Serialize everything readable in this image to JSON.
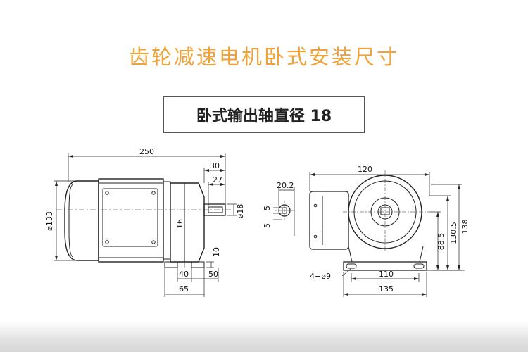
{
  "title": "齿轮减速电机卧式安装尺寸",
  "subtitle": "卧式输出轴直径 18",
  "colors": {
    "title": "#f0a238",
    "line": "#222222",
    "frame": "#555555"
  },
  "dimensions": {
    "side_view": {
      "overall_length": "250",
      "shaft_length": "30",
      "key_length": "27",
      "shaft_diameter": "ø18",
      "motor_diameter": "ø133",
      "shaft_center_height": "16",
      "foot_height": "10",
      "foot_spacing_inner": "40",
      "foot_spacing_outer": "50",
      "foot_total": "65"
    },
    "shaft_section": {
      "key_width": "20.2",
      "key_upper": "5",
      "key_lower": "5"
    },
    "front_view": {
      "body_width": "120",
      "total_height": "138",
      "housing_height": "130.5",
      "center_height": "88.5",
      "mount_holes": "4−ø9",
      "hole_spacing": "110",
      "base_width": "135"
    }
  }
}
